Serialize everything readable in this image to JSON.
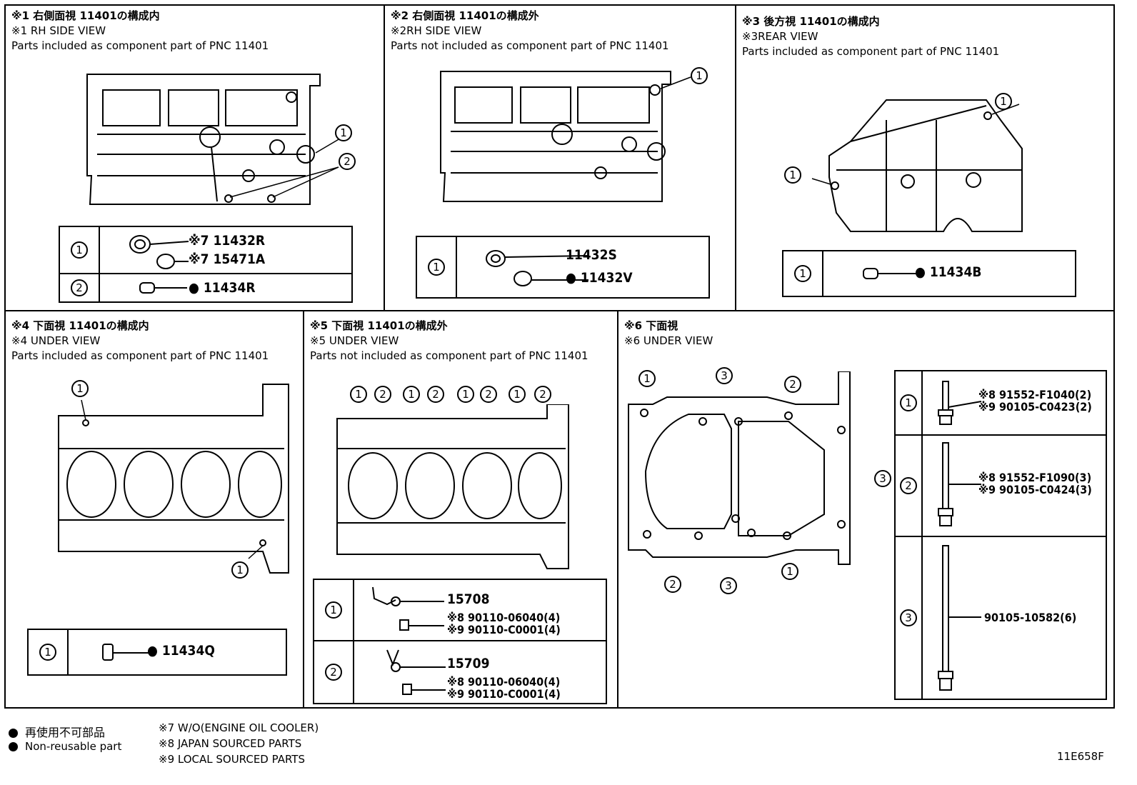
{
  "panels": {
    "p1": {
      "jp": "※1 右側面視 11401の構成内",
      "en": "※1 RH SIDE VIEW",
      "desc": "Parts included as component part of PNC 11401",
      "rows": [
        {
          "idx": "1",
          "parts": [
            "※7 11432R",
            "※7 15471A"
          ]
        },
        {
          "idx": "2",
          "parts": [
            "● 11434R"
          ]
        }
      ]
    },
    "p2": {
      "jp": "※2 右側面視 11401の構成外",
      "en": "※2RH SIDE VIEW",
      "desc": "Parts not included as component part of PNC 11401",
      "rows": [
        {
          "idx": "1",
          "parts": [
            "11432S",
            "● 11432V"
          ]
        }
      ]
    },
    "p3": {
      "jp": "※3 後方視 11401の構成内",
      "en": "※3REAR VIEW",
      "desc": "Parts included as component part of PNC 11401",
      "rows": [
        {
          "idx": "1",
          "parts": [
            "● 11434B"
          ]
        }
      ]
    },
    "p4": {
      "jp": "※4 下面視 11401の構成内",
      "en": "※4 UNDER VIEW",
      "desc": "Parts included as component part of PNC 11401",
      "rows": [
        {
          "idx": "1",
          "parts": [
            "● 11434Q"
          ]
        }
      ]
    },
    "p5": {
      "jp": "※5 下面視 11401の構成外",
      "en": "※5 UNDER VIEW",
      "desc": "Parts not included as component part of PNC 11401",
      "rows": [
        {
          "idx": "1",
          "parts": [
            "15708",
            "※8 90110-06040(4)",
            "※9 90110-C0001(4)"
          ]
        },
        {
          "idx": "2",
          "parts": [
            "15709",
            "※8 90110-06040(4)",
            "※9 90110-C0001(4)"
          ]
        }
      ]
    },
    "p6": {
      "jp": "※6 下面視",
      "en": "※6 UNDER VIEW",
      "rows": [
        {
          "idx": "1",
          "parts": [
            "※8 91552-F1040(2)",
            "※9 90105-C0423(2)"
          ]
        },
        {
          "idx": "2",
          "parts": [
            "※8 91552-F1090(3)",
            "※9 90105-C0424(3)"
          ]
        },
        {
          "idx": "3",
          "parts": [
            "90105-10582(6)"
          ]
        }
      ]
    }
  },
  "callouts": {
    "one": "1",
    "two": "2",
    "three": "3"
  },
  "legend": {
    "jp": "再使用不可部品",
    "en": "Non-reusable part",
    "notes": [
      "※7 W/O(ENGINE OIL COOLER)",
      "※8 JAPAN SOURCED PARTS",
      "※9 LOCAL SOURCED PARTS"
    ]
  },
  "figure_code": "11E658F"
}
